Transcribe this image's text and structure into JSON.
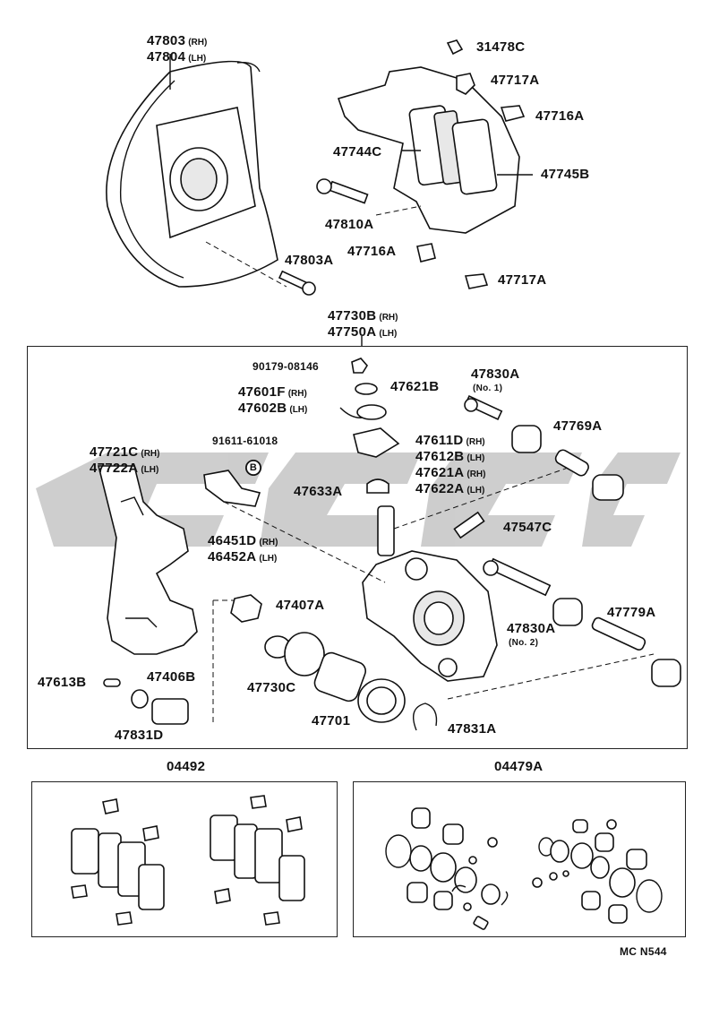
{
  "labels": {
    "shield_rh": "47803",
    "shield_rh_side": "(RH)",
    "shield_lh": "47804",
    "shield_lh_side": "(LH)",
    "clip_top": "31478C",
    "spring_a": "47717A",
    "spring_b": "47716A",
    "pad_left": "47744C",
    "pad_right": "47745B",
    "bolt_mount": "47810A",
    "spring_c": "47716A",
    "shield_bolt": "47803A",
    "spring_d": "47717A",
    "caliper_rh": "47730B",
    "caliper_rh_side": "(RH)",
    "caliper_lh": "47750A",
    "caliper_lh_side": "(LH)",
    "nut": "90179-08146",
    "bushing_top": "47621B",
    "spring_rh": "47601F",
    "spring_rh_side": "(RH)",
    "spring_lh": "47602B",
    "spring_lh_side": "(LH)",
    "pin_bolt1": "47830A",
    "pin_bolt1_no": "(No. 1)",
    "boot_a": "47769A",
    "plate_rh": "47611D",
    "plate_rh_side": "(RH)",
    "plate_lh": "47612B",
    "plate_lh_side": "(LH)",
    "mount_rh": "47721C",
    "mount_rh_side": "(RH)",
    "mount_lh": "47722A",
    "mount_lh_side": "(LH)",
    "bolt_b": "91611-61018",
    "bushing_b_rh": "47621A",
    "bushing_b_rh_side": "(RH)",
    "bushing_b_lh": "47622A",
    "bushing_b_lh_side": "(LH)",
    "cap": "47633A",
    "bleeder": "47547C",
    "bracket_rh": "46451D",
    "bracket_rh_side": "(RH)",
    "bracket_lh": "46452A",
    "bracket_lh_side": "(LH)",
    "adjuster": "47407A",
    "pin_bolt2": "47830A",
    "pin_bolt2_no": "(No. 2)",
    "slide_pin": "47779A",
    "ring": "47730C",
    "pin_small": "47613B",
    "shaft": "47406B",
    "piston": "47701",
    "washer": "47831D",
    "set_ring": "47831A",
    "kit_pads": "04492",
    "kit_seals": "04479A",
    "code": "MC N544",
    "circled_letter": "B"
  }
}
